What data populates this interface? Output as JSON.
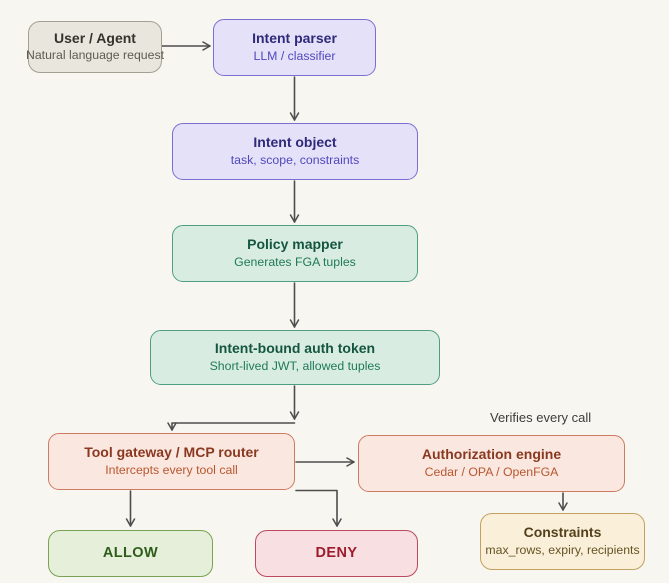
{
  "diagram": {
    "nodes": {
      "user_agent": {
        "title": "User / Agent",
        "subtitle": "Natural language request"
      },
      "intent_parser": {
        "title": "Intent parser",
        "subtitle": "LLM / classifier"
      },
      "intent_object": {
        "title": "Intent object",
        "subtitle": "task, scope, constraints"
      },
      "policy_mapper": {
        "title": "Policy mapper",
        "subtitle": "Generates FGA tuples"
      },
      "auth_token": {
        "title": "Intent-bound auth token",
        "subtitle": "Short-lived JWT, allowed tuples"
      },
      "tool_gateway": {
        "title": "Tool gateway / MCP router",
        "subtitle": "Intercepts every tool call"
      },
      "auth_engine": {
        "title": "Authorization engine",
        "subtitle": "Cedar / OPA / OpenFGA"
      },
      "allow": {
        "title": "ALLOW"
      },
      "deny": {
        "title": "DENY"
      },
      "constraints": {
        "title": "Constraints",
        "subtitle": "max_rows, expiry, recipients"
      }
    },
    "annotations": {
      "verifies_label": "Verifies every call"
    },
    "edges": [
      {
        "from": "user_agent",
        "to": "intent_parser"
      },
      {
        "from": "intent_parser",
        "to": "intent_object"
      },
      {
        "from": "intent_object",
        "to": "policy_mapper"
      },
      {
        "from": "policy_mapper",
        "to": "auth_token"
      },
      {
        "from": "auth_token",
        "to": "tool_gateway"
      },
      {
        "from": "tool_gateway",
        "to": "auth_engine"
      },
      {
        "from": "tool_gateway",
        "to": "allow"
      },
      {
        "from": "tool_gateway",
        "to": "deny"
      },
      {
        "from": "auth_engine",
        "to": "constraints"
      }
    ],
    "colors": {
      "page-bg": "#f8f6f0",
      "arrow": "#4d4d4d",
      "note": "#3d3d3d",
      "gray-bg": "#e9e6dd",
      "gray-border": "#a39f93",
      "gray-title": "#35322c",
      "gray-sub": "#5f5b52",
      "purple-bg": "#e4e1f8",
      "purple-border": "#7b6ed2",
      "purple-title": "#2f2a7a",
      "purple-sub": "#5148bd",
      "green-bg": "#d9ece2",
      "green-border": "#4f9e83",
      "green-title": "#14563f",
      "green-sub": "#1f7a58",
      "red-bg": "#fae8e0",
      "red-border": "#cd7a63",
      "red-title": "#8a3820",
      "red-sub": "#b9562f",
      "allow-bg": "#e6efda",
      "allow-border": "#78a254",
      "allow-text": "#2e5c1a",
      "deny-bg": "#f8dfe2",
      "deny-border": "#bb4a5e",
      "deny-text": "#9d1b2d",
      "amber-bg": "#faf0da",
      "amber-border": "#c2a05f",
      "amber-title": "#54411c",
      "amber-sub": "#655322"
    }
  }
}
